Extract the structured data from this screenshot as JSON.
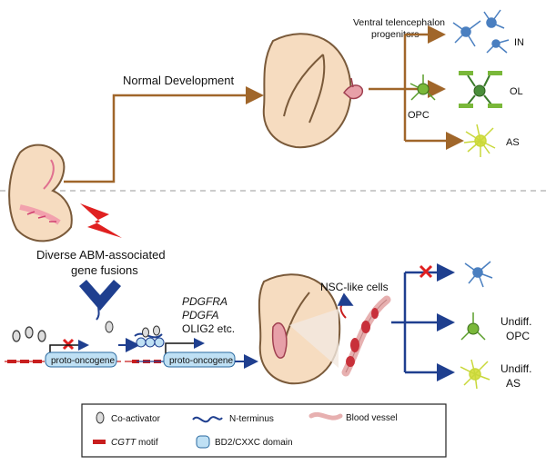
{
  "top": {
    "normal_development": "Normal Development",
    "ventral_line1": "Ventral telencephalon",
    "ventral_line2": "progenitors",
    "opc": "OPC",
    "in": "IN",
    "ol": "OL",
    "as": "AS"
  },
  "bottom": {
    "fusions_line1": "Diverse ABM-associated",
    "fusions_line2": "gene fusions",
    "gene1": "PDGFRA",
    "gene2": "PDGFA",
    "gene3": "OLIG2 etc.",
    "proto_oncogene": "proto-oncogene",
    "nsc_like": "NSC-like cells",
    "undiff_opc_1": "Undiff.",
    "undiff_opc_2": "OPC",
    "undiff_as_1": "Undiff.",
    "undiff_as_2": "AS"
  },
  "legend": {
    "coactivator": "Co-activator",
    "nterminus": "N-terminus",
    "blood_vessel": "Blood vessel",
    "cgtt_motif_italic": "CGTT",
    "cgtt_motif_rest": " motif",
    "bd2_domain": "BD2/CXXC domain"
  },
  "colors": {
    "arrow_brown": "#a0662a",
    "arrow_blue": "#1f3f8f",
    "brain_fill": "#f6dcc0",
    "brain_stroke": "#7a5a3a",
    "red_x": "#e02020",
    "lightning": "#e02020",
    "neuron_blue": "#4a7fc0",
    "opc_green": "#5a9e2a",
    "as_yellow": "#c9d83a",
    "divider_gray": "#bbbbbb",
    "legend_box": "#4db7d6"
  }
}
